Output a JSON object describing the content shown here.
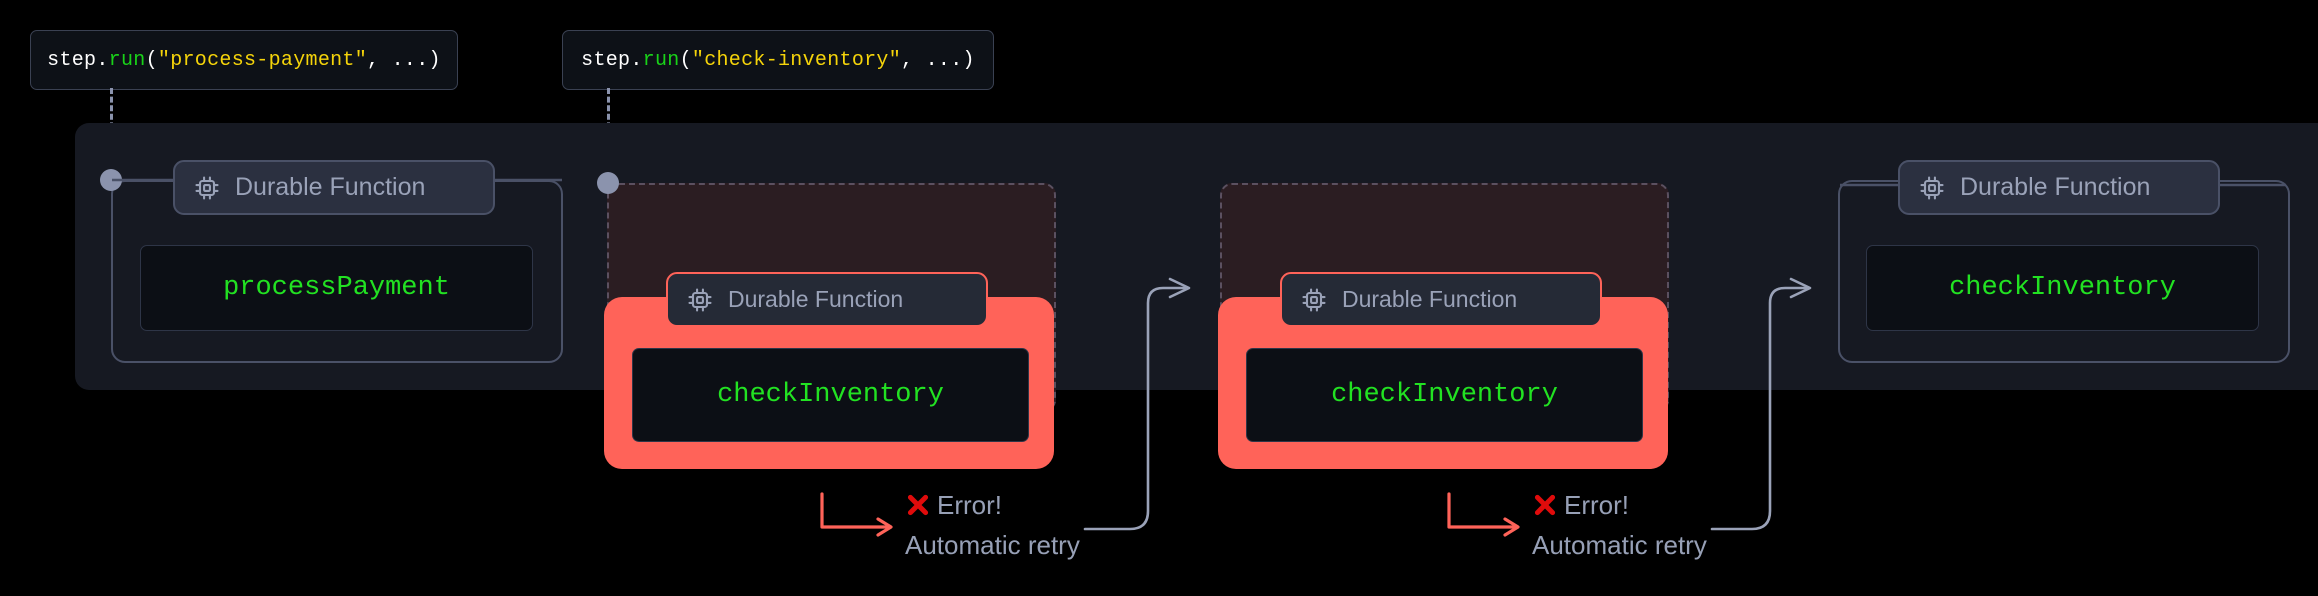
{
  "diagram": {
    "title": "Durable function automatic retry flow",
    "background_color": "#000000",
    "panel_color": "#161922",
    "accent_error_color": "#ff6359",
    "accent_success_color": "#22e222",
    "muted_text_color": "#97a0b6"
  },
  "callouts": [
    {
      "name": "process-payment-callout",
      "prefix": "step.",
      "fn": "run",
      "open": "(",
      "arg": "\"process-payment\"",
      "rest": ", ...)"
    },
    {
      "name": "check-inventory-callout",
      "prefix": "step.",
      "fn": "run",
      "open": "(",
      "arg": "\"check-inventory\"",
      "rest": ", ...)"
    }
  ],
  "steps": [
    {
      "id": "process-payment",
      "badge": "Durable Function",
      "icon": "cpu-chip-icon",
      "function_name": "processPayment",
      "state": "success"
    },
    {
      "id": "check-inventory-attempt-1",
      "badge": "Durable Function",
      "icon": "cpu-chip-icon",
      "function_name": "checkInventory",
      "state": "error"
    },
    {
      "id": "check-inventory-attempt-2",
      "badge": "Durable Function",
      "icon": "cpu-chip-icon",
      "function_name": "checkInventory",
      "state": "error"
    },
    {
      "id": "check-inventory-attempt-3",
      "badge": "Durable Function",
      "icon": "cpu-chip-icon",
      "function_name": "checkInventory",
      "state": "success"
    }
  ],
  "errors": [
    {
      "id": "error-annotation-1",
      "icon": "x-mark-icon",
      "title": "Error!",
      "subtitle": "Automatic retry"
    },
    {
      "id": "error-annotation-2",
      "icon": "x-mark-icon",
      "title": "Error!",
      "subtitle": "Automatic retry"
    }
  ]
}
